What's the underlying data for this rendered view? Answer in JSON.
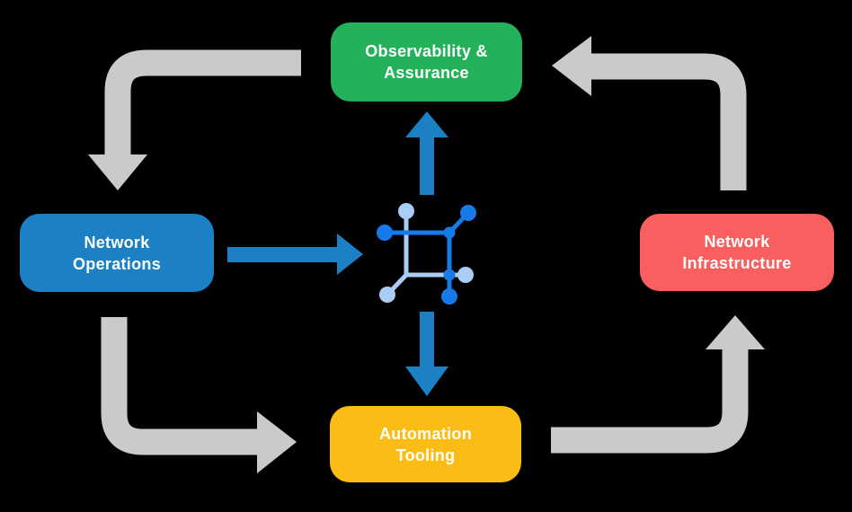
{
  "diagram": {
    "background": "#000000",
    "text_color": "#FFFFFF",
    "nodes": {
      "observability": {
        "line1": "Observability &",
        "line2": "Assurance",
        "color": "#23B15A"
      },
      "operations": {
        "line1": "Network",
        "line2": "Operations",
        "color": "#1B80C4"
      },
      "infrastructure": {
        "line1": "Network",
        "line2": "Infrastructure",
        "color": "#FA5F5F"
      },
      "automation": {
        "line1": "Automation",
        "line2": "Tooling",
        "color": "#FBBC15"
      }
    },
    "colors": {
      "gray_arrow": "#CACACA",
      "blue_arrow": "#1B80C4",
      "icon_dark": "#187AE8",
      "icon_light": "#A9CDF5"
    },
    "icons": {
      "center": "network-mesh-icon"
    }
  }
}
